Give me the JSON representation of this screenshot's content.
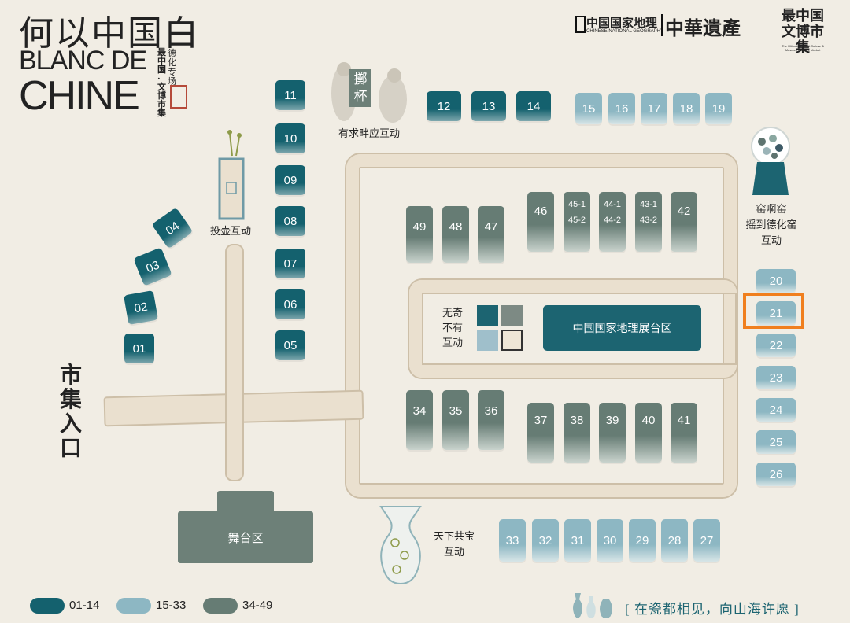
{
  "header": {
    "title_cn": "何以中国白",
    "title_en_1": "BLANC DE",
    "title_en_2": "CHINE",
    "sub_1": "德化专场",
    "sub_2": "最中国·文博市集",
    "logo_ng_cn": "中国国家地理",
    "logo_ng_en": "CHINESE NATIONAL GEOGRAPHY",
    "logo_heritage": "中華遺產",
    "logo_market_cn": "最中国 文博市集",
    "logo_market_en": "The Ultimate CHINA Culture & Museum Creative Market"
  },
  "booths": {
    "b01": "01",
    "b02": "02",
    "b03": "03",
    "b04": "04",
    "b05": "05",
    "b06": "06",
    "b07": "07",
    "b08": "08",
    "b09": "09",
    "b10": "10",
    "b11": "11",
    "b12": "12",
    "b13": "13",
    "b14": "14",
    "b15": "15",
    "b16": "16",
    "b17": "17",
    "b18": "18",
    "b19": "19",
    "b20": "20",
    "b21": "21",
    "b22": "22",
    "b23": "23",
    "b24": "24",
    "b25": "25",
    "b26": "26",
    "b27": "27",
    "b28": "28",
    "b29": "29",
    "b30": "30",
    "b31": "31",
    "b32": "32",
    "b33": "33",
    "b34": "34",
    "b35": "35",
    "b36": "36",
    "b37": "37",
    "b38": "38",
    "b39": "39",
    "b40": "40",
    "b41": "41",
    "b42": "42",
    "b43a": "43-1",
    "b43b": "43-2",
    "b44a": "44-1",
    "b44b": "44-2",
    "b45a": "45-1",
    "b45b": "45-2",
    "b46": "46",
    "b47": "47",
    "b48": "48",
    "b49": "49"
  },
  "areas": {
    "exhibit": "中国国家地理展台区",
    "stage": "舞台区",
    "entrance": "市集入口",
    "toss": "投壶互动",
    "cups_badge": "擲杯",
    "cups": "有求畔应互动",
    "kiln_1": "窑啊窑",
    "kiln_2": "摇到德化窑",
    "kiln_3": "互动",
    "unique_1": "无奇",
    "unique_2": "不有",
    "unique_3": "互动",
    "treasure_1": "天下共宝",
    "treasure_2": "互动"
  },
  "legend": {
    "l1": "01-14",
    "l2": "15-33",
    "l3": "34-49"
  },
  "colors": {
    "range_01_14": "#14616e",
    "range_15_33": "#8db7c3",
    "range_34_49": "#667c74",
    "highlight": "#f07f1e",
    "exhibit": "#1c6471",
    "stage": "#6d8078"
  },
  "highlighted_booth": "21",
  "slogan": "[ 在瓷都相见，向山海许愿 ]"
}
